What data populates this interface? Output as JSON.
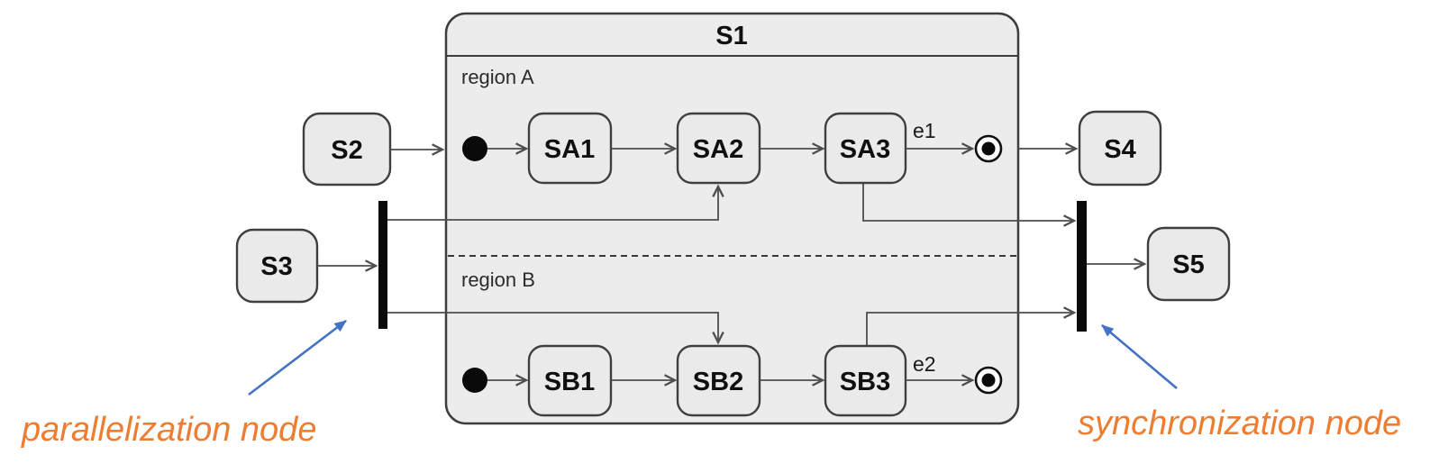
{
  "diagram": {
    "title": "S1",
    "region_a": {
      "label": "region A",
      "states": [
        "SA1",
        "SA2",
        "SA3"
      ],
      "event": "e1"
    },
    "region_b": {
      "label": "region B",
      "states": [
        "SB1",
        "SB2",
        "SB3"
      ],
      "event": "e2"
    },
    "external": {
      "s2": "S2",
      "s3": "S3",
      "s4": "S4",
      "s5": "S5"
    },
    "annotations": {
      "parallelization": "parallelization node",
      "synchronization": "synchronization node"
    },
    "colors": {
      "annotation_text": "#ED7D31",
      "annotation_arrow": "#4472C4",
      "transition": "#4D4D4D",
      "state_fill": "#EAEAEA",
      "state_border": "#3F3F3F",
      "pseudostate": "#0A0A0A"
    }
  }
}
